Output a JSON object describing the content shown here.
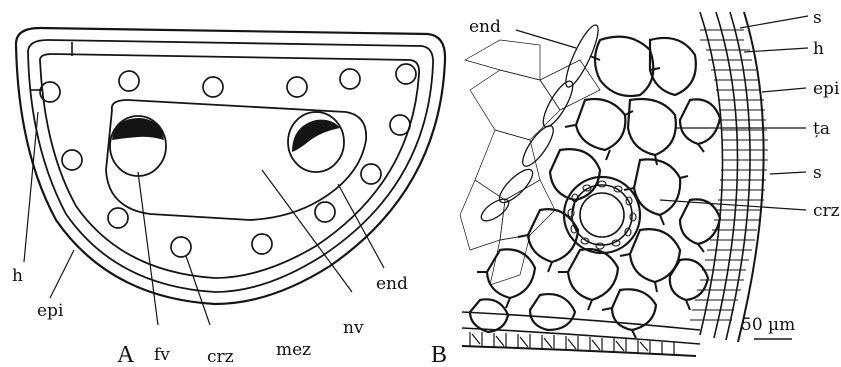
{
  "panels": {
    "a": "A",
    "b": "B"
  },
  "labels_a": {
    "h": "h",
    "epi": "epi",
    "fv": "fv",
    "crz": "crz",
    "mez": "mez",
    "nv": "nv",
    "end": "end"
  },
  "labels_b": {
    "end": "end",
    "s_top": "s",
    "h": "h",
    "epi": "epi",
    "ta": "ța",
    "s_mid": "s",
    "crz": "crz",
    "scale": "50 µm"
  }
}
